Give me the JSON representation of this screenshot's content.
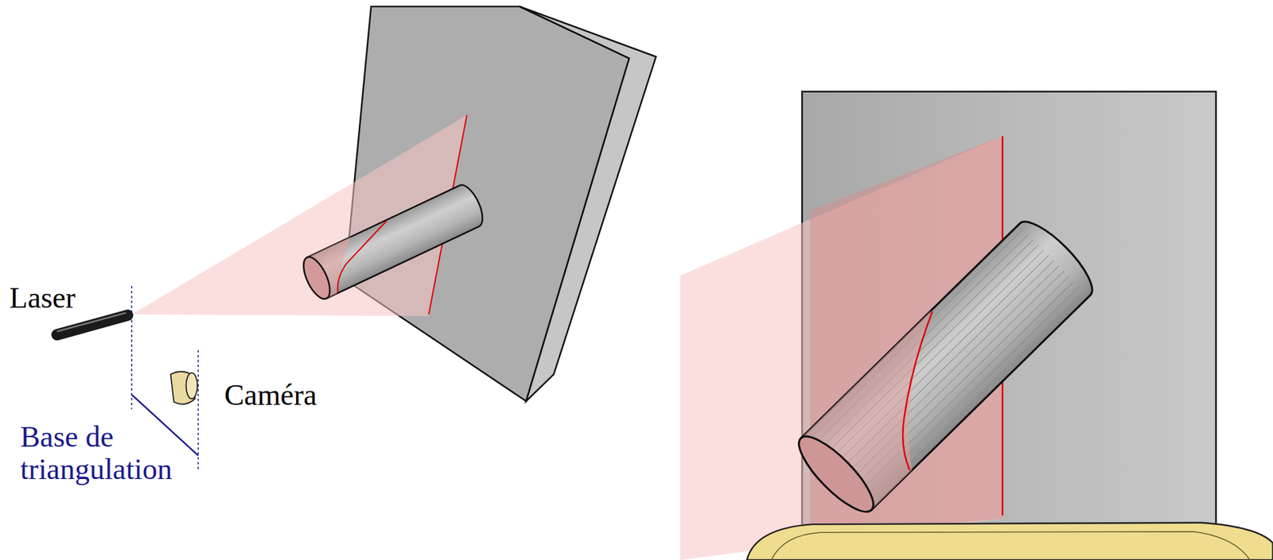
{
  "diagram": {
    "labels": [
      "Laser",
      "Caméra",
      "Base de triangulation"
    ]
  }
}
